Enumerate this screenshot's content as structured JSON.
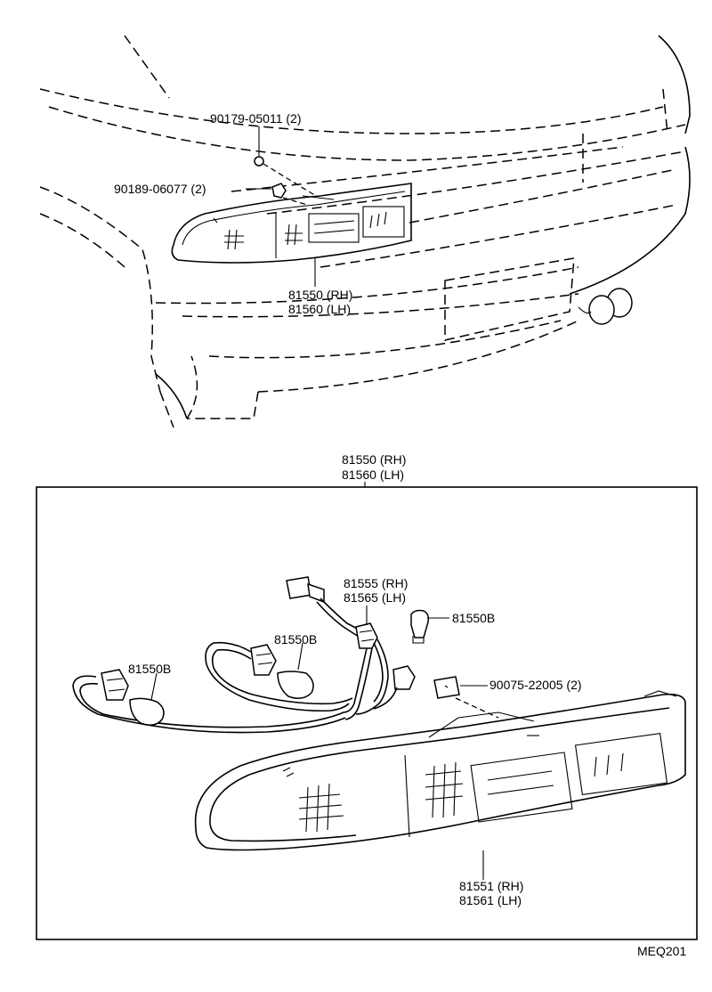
{
  "labels": {
    "nut_part": "90179-05011 (2)",
    "clip_part": "90189-06077 (2)",
    "lamp_top_rh": "81550 (RH)",
    "lamp_top_lh": "81560 (LH)",
    "assy_rh": "81550 (RH)",
    "assy_lh": "81560 (LH)",
    "socket_rh": "81555 (RH)",
    "socket_lh": "81565 (LH)",
    "bulb_right": "81550B",
    "bulb_middle": "81550B",
    "bulb_left": "81550B",
    "gasket_part": "90075-22005 (2)",
    "lens_rh": "81551 (RH)",
    "lens_lh": "81561 (LH)",
    "diagram_code": "MEQ201"
  }
}
